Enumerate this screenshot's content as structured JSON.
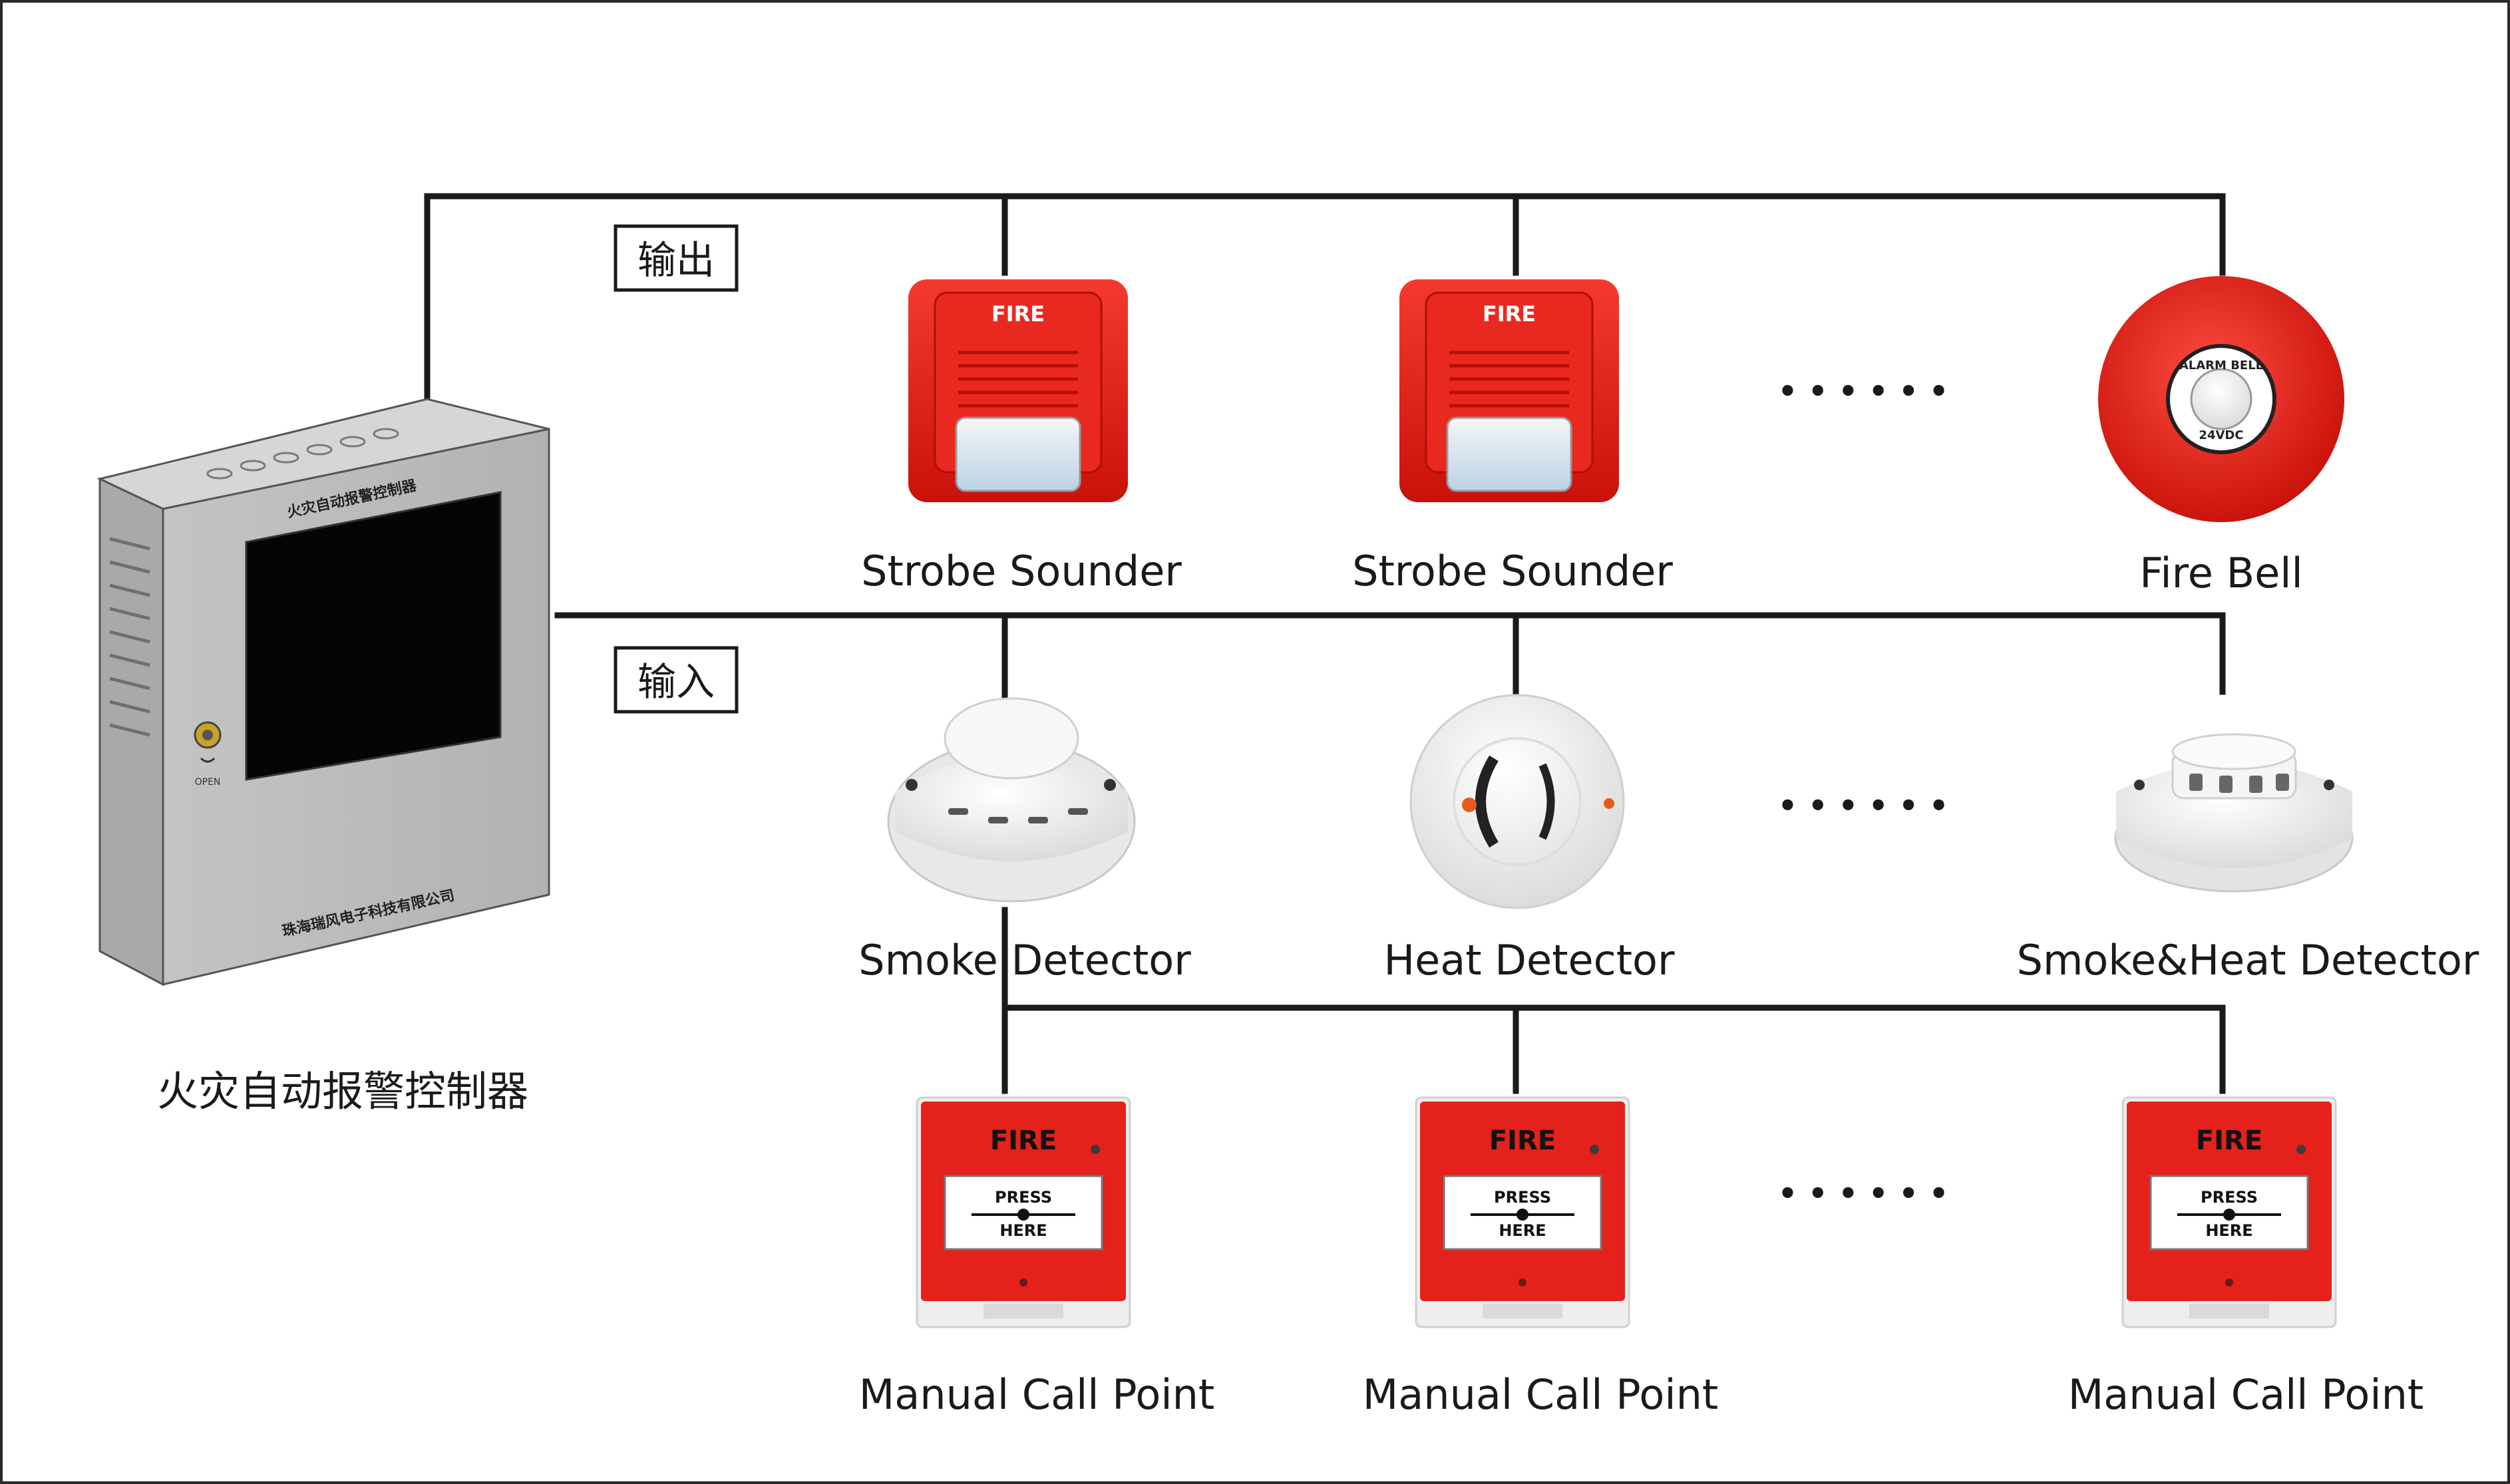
{
  "controller": {
    "title": "火灾自动报警控制器",
    "panel_title": "火灾自动报警控制器",
    "company": "珠海瑞风电子科技有限公司",
    "lock_label": "OPEN"
  },
  "sections": {
    "output": "输出",
    "input": "输入"
  },
  "outputs": {
    "device1": {
      "label": "Strobe Sounder",
      "badge": "FIRE"
    },
    "device2": {
      "label": "Strobe Sounder",
      "badge": "FIRE"
    },
    "device3": {
      "label": "Fire Bell",
      "ring_top": "ALARM BELL",
      "ring_bottom": "24VDC"
    },
    "ellipsis": "• • • • • •"
  },
  "inputs": {
    "device1": {
      "label": "Smoke Detector"
    },
    "device2": {
      "label": "Heat Detector"
    },
    "device3": {
      "label": "Smoke&Heat Detector"
    },
    "ellipsis": "• • • • • •"
  },
  "callpoints": {
    "label": "Manual Call Point",
    "badge": "FIRE",
    "press": "PRESS",
    "here": "HERE",
    "ellipsis": "• • • • • •"
  },
  "colors": {
    "device_red": "#e2231a",
    "line": "#1a1a1a",
    "panel_gray": "#bdbdbd"
  }
}
